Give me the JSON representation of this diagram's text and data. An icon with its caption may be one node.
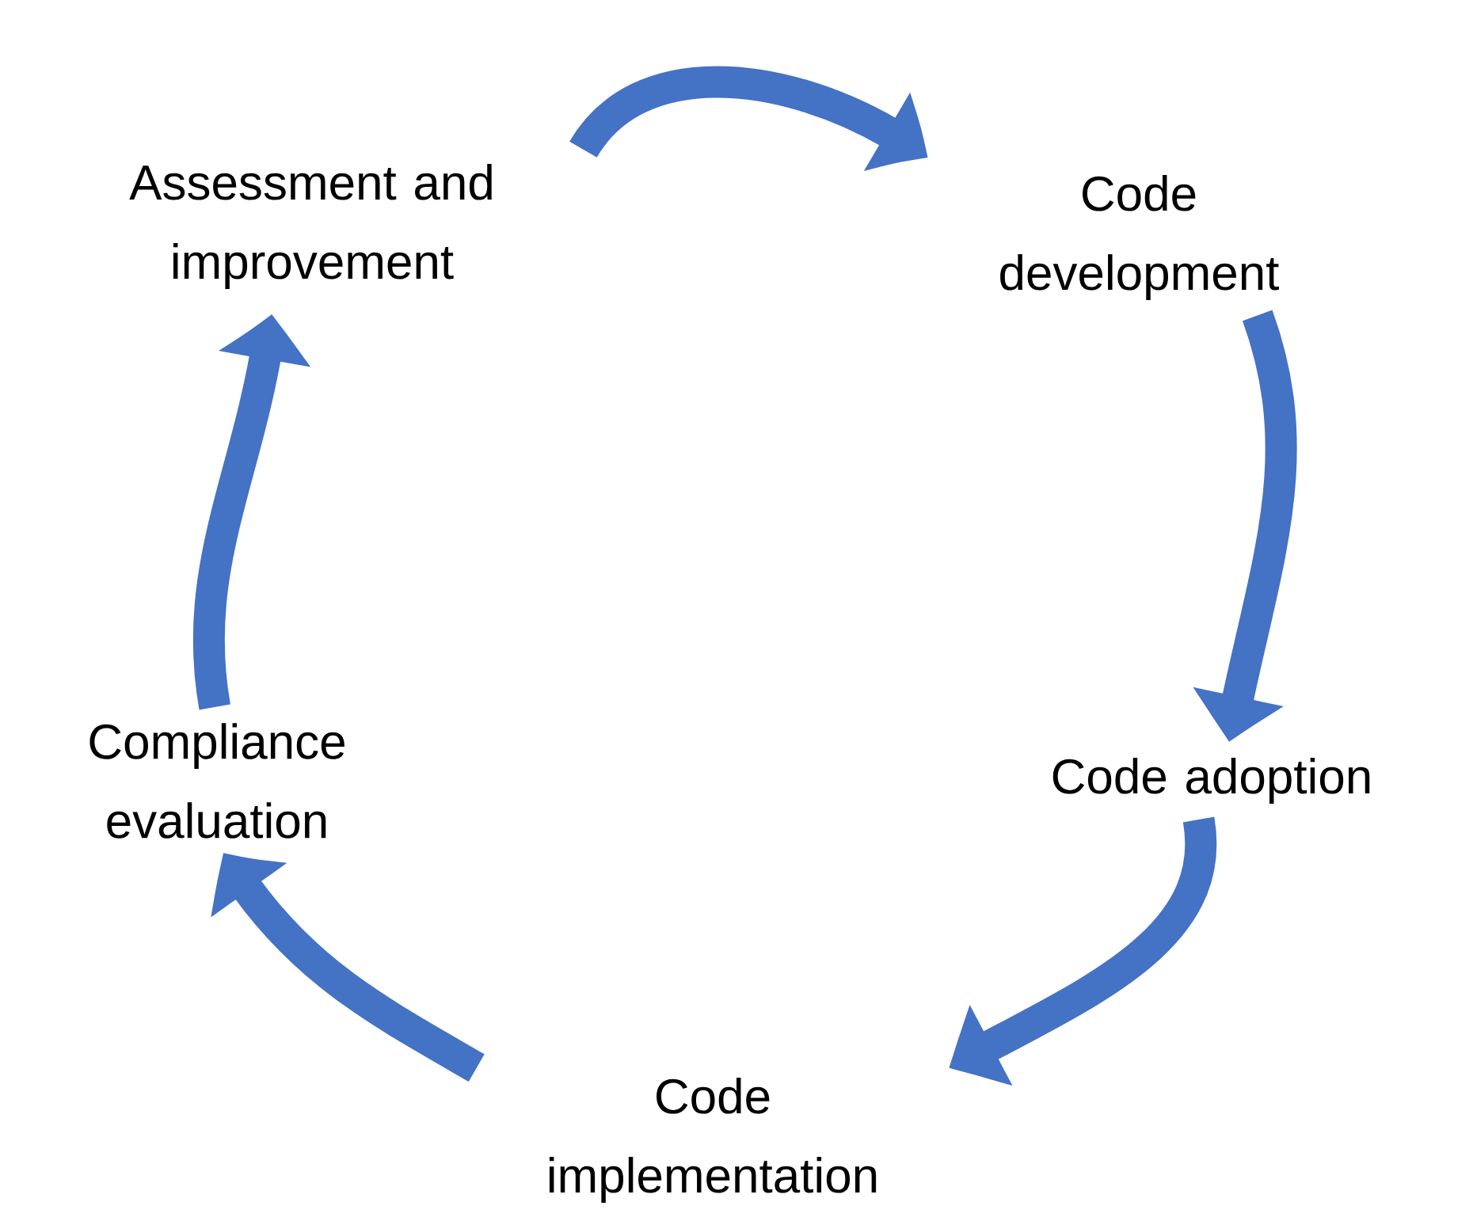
{
  "diagram": {
    "nodes": [
      {
        "text": [
          "Assessment and improvement"
        ]
      },
      {
        "text": [
          "Code development"
        ]
      },
      {
        "text": [
          "Code adoption"
        ]
      },
      {
        "text": [
          "Code implementation"
        ]
      },
      {
        "text": [
          "Compliance evaluation"
        ]
      }
    ],
    "edges": [
      {
        "from": 0,
        "to": 1,
        "arrow": "to"
      },
      {
        "from": 1,
        "to": 2,
        "arrow": "to"
      },
      {
        "from": 2,
        "to": 3,
        "arrow": "to"
      },
      {
        "from": 3,
        "to": 4,
        "arrow": "to"
      },
      {
        "from": 4,
        "to": 0,
        "arrow": "to"
      }
    ]
  }
}
